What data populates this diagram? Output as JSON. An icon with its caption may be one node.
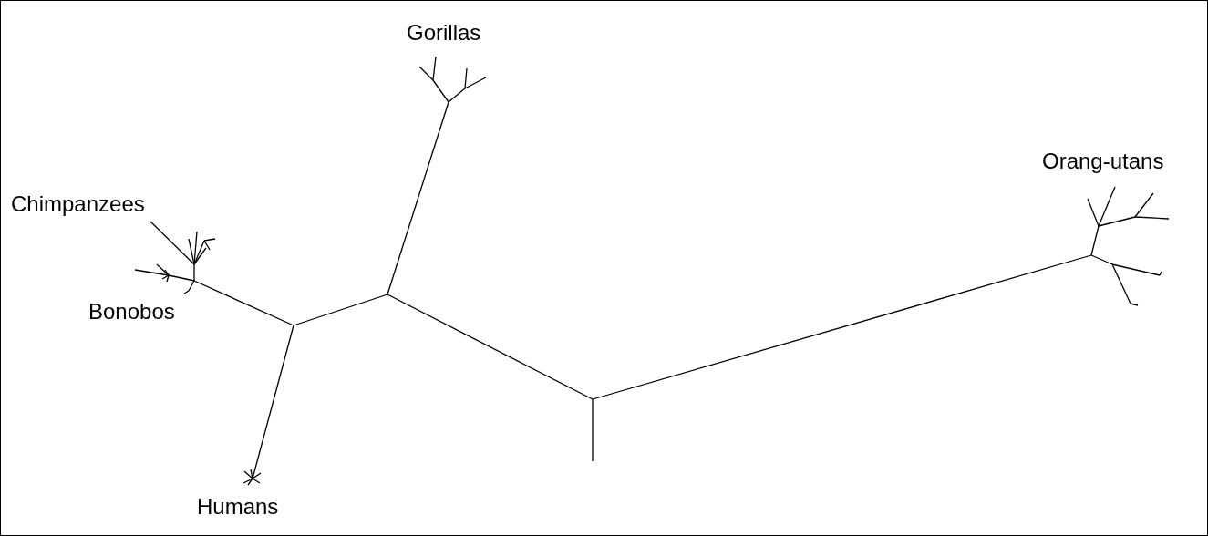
{
  "diagram": {
    "labels": [
      "Gorillas",
      "Chimpanzees",
      "Orang-utans",
      "Bonobos",
      "Humans"
    ]
  }
}
